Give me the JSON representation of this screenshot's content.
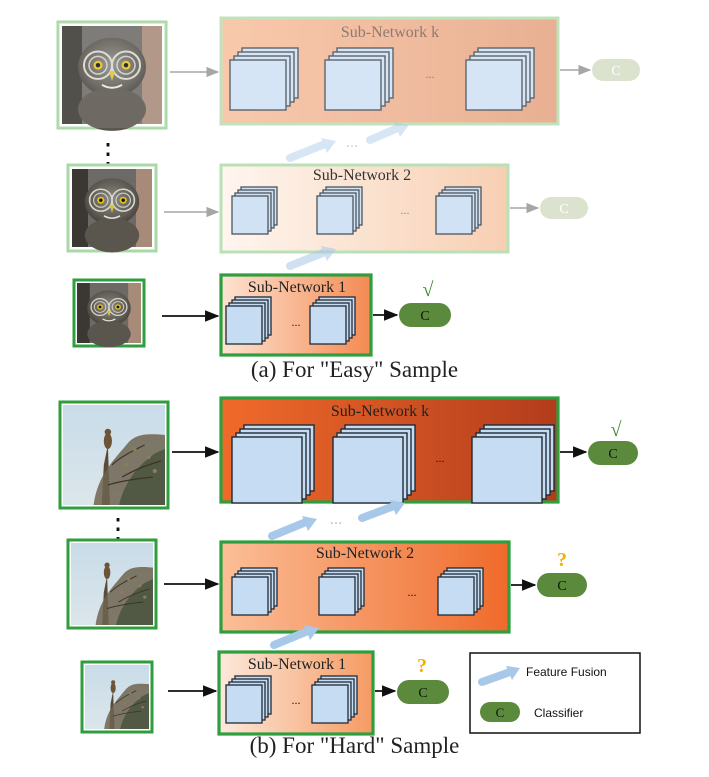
{
  "captions": {
    "easy": "(a) For \"Easy\" Sample",
    "hard": "(b) For \"Hard\" Sample"
  },
  "networks": {
    "k": "Sub-Network k",
    "two": "Sub-Network 2",
    "one": "Sub-Network 1"
  },
  "classifier_letter": "C",
  "ellipsis": "...",
  "vertical_dots": "⋮",
  "status": {
    "correct": "√",
    "uncertain": "?"
  },
  "legend": {
    "feature_fusion": "Feature Fusion",
    "classifier": "Classifier"
  },
  "colors": {
    "green_border": "#2e9e3e",
    "faded_green": "#a9d9a6",
    "classifier": "#5b8a3c",
    "map_fill": "#c6dcf2",
    "map_stroke": "#1f2a36",
    "orange": "#f26b2a",
    "dark_orange": "#c7421b",
    "fusion_arrow": "#a8c8ea",
    "question": "#f2b200"
  },
  "icons": {
    "owl_photo": "owl-photo-icon",
    "bird_tree_photo": "bird-tree-photo-icon",
    "feature_map": "feature-map-stack-icon",
    "fusion_arrow": "fusion-arrow-icon",
    "check": "check-mark-icon",
    "question": "question-mark-icon"
  }
}
